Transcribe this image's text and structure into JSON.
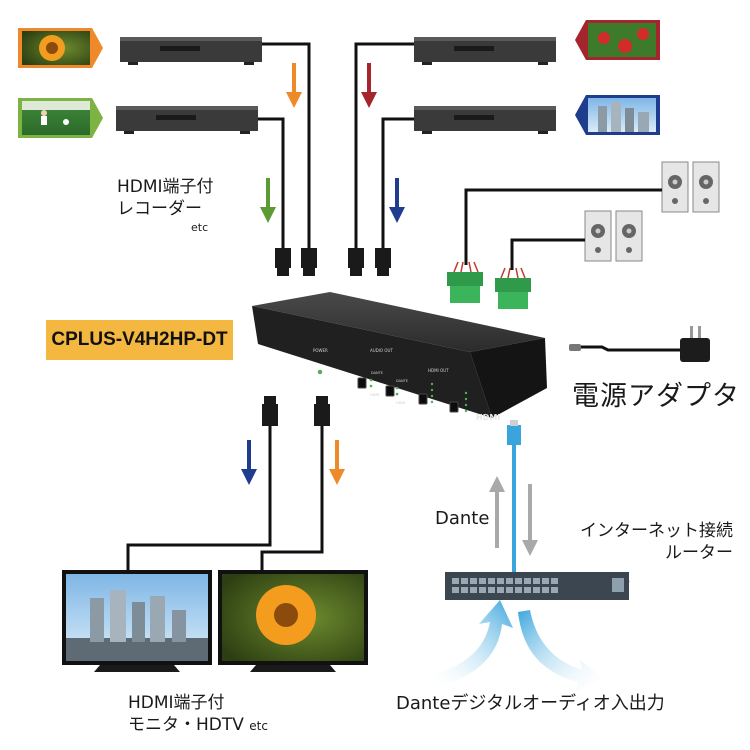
{
  "labels": {
    "source_line1": "HDMI端子付",
    "source_line2": "レコーダー",
    "source_etc": "etc",
    "model": "CPLUS-V4H2HP-DT",
    "power_adapter": "電源アダプタ",
    "dante": "Dante",
    "router_line1": "インターネット接続",
    "router_line2": "ルーター",
    "dante_io": "Danteデジタルオーディオ入出力",
    "display_line1": "HDMI端子付",
    "display_line2": "モニタ・HDTV",
    "display_etc": "etc"
  },
  "device_text": {
    "power": "POWER",
    "audio_out": "AUDIO OUT",
    "hdmi_out": "HDMI OUT",
    "dante": "DANTE",
    "hdmi": "HDMI",
    "logo": "HDMI"
  },
  "colors": {
    "orange_arrow": "#ef8a2b",
    "green_arrow": "#5e9a34",
    "red_arrow": "#a4262c",
    "blue_arrow": "#1f3d8f",
    "lan_cable": "#3aa5dc",
    "model_tag": "#f4b73f"
  }
}
